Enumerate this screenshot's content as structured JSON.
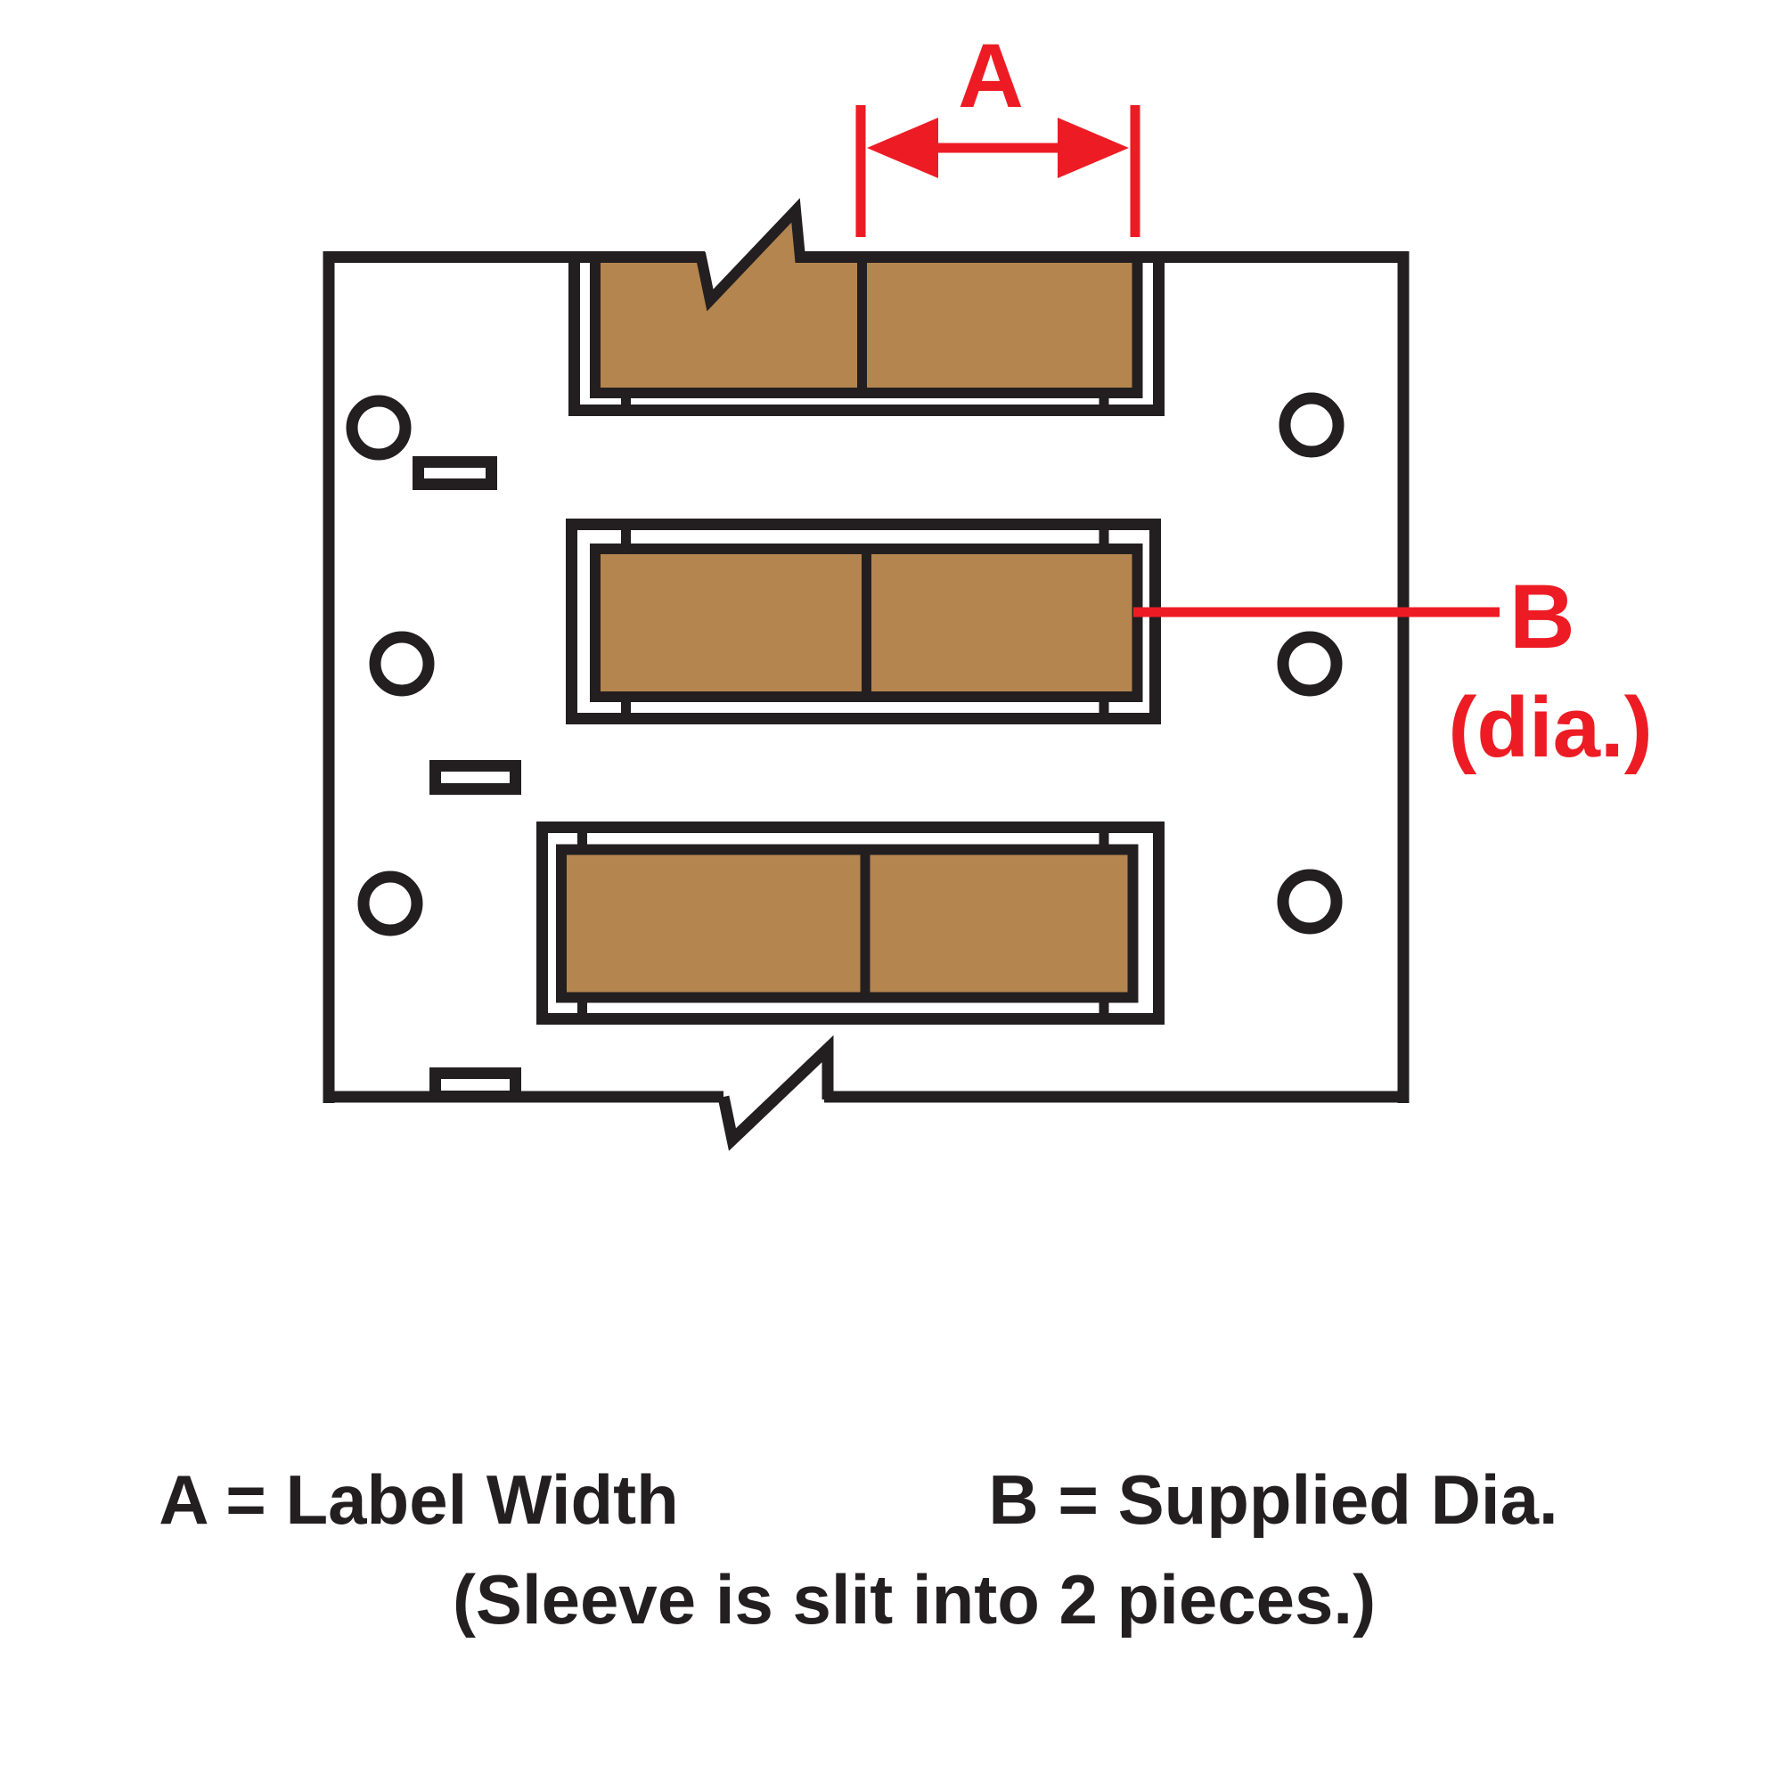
{
  "callouts": {
    "a_label": "A",
    "b_label": "B",
    "b_sublabel": "(dia.)"
  },
  "legend": {
    "a_definition": "A = Label Width",
    "b_definition": "B = Supplied Dia.",
    "note": "(Sleeve is slit into 2 pieces.)"
  },
  "colors": {
    "ink": "#231F20",
    "red": "#ED1C24",
    "sleeve_brown": "#B5854F",
    "background": "#FFFFFF"
  }
}
